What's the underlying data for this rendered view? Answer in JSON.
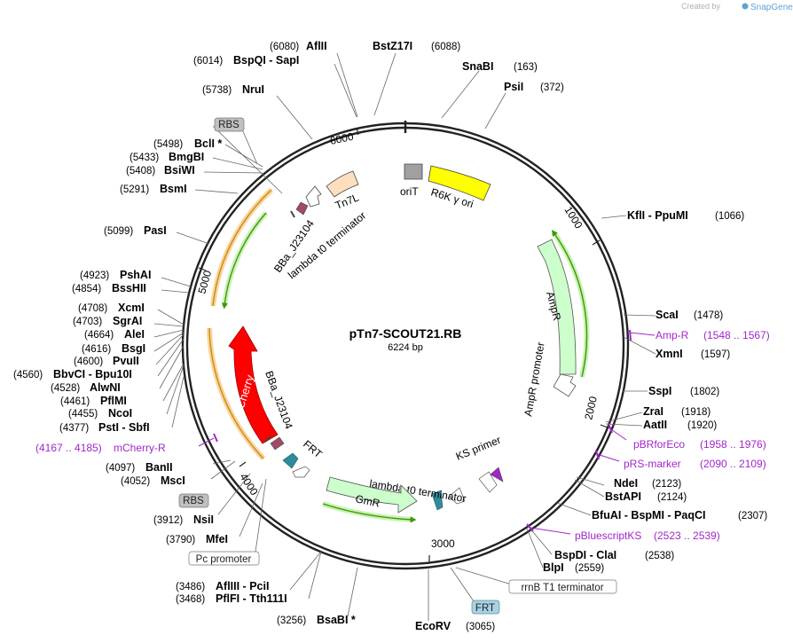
{
  "credit": {
    "prefix": "Created by",
    "brand": "SnapGene"
  },
  "plasmid": {
    "name": "pTn7-SCOUT21.RB",
    "size": "6224 bp"
  },
  "ticks": [
    "1000",
    "2000",
    "3000",
    "4000",
    "5000",
    "6000"
  ],
  "sites": [
    {
      "name": "AflII",
      "pos": "(6080)"
    },
    {
      "name": "BstZ17I",
      "pos": "(6088)"
    },
    {
      "name": "BspQI - SapI",
      "pos": "(6014)"
    },
    {
      "name": "SnaBI",
      "pos": "(163)"
    },
    {
      "name": "PsiI",
      "pos": "(372)"
    },
    {
      "name": "NruI",
      "pos": "(5738)"
    },
    {
      "name": "BclI *",
      "pos": "(5498)"
    },
    {
      "name": "BmgBI",
      "pos": "(5433)"
    },
    {
      "name": "BsiWI",
      "pos": "(5408)"
    },
    {
      "name": "BsmI",
      "pos": "(5291)"
    },
    {
      "name": "KflI - PpuMI",
      "pos": "(1066)"
    },
    {
      "name": "PasI",
      "pos": "(5099)"
    },
    {
      "name": "PshAI",
      "pos": "(4923)"
    },
    {
      "name": "BssHII",
      "pos": "(4854)"
    },
    {
      "name": "XcmI",
      "pos": "(4708)"
    },
    {
      "name": "SgrAI",
      "pos": "(4703)"
    },
    {
      "name": "AleI",
      "pos": "(4664)"
    },
    {
      "name": "BsgI",
      "pos": "(4616)"
    },
    {
      "name": "PvuII",
      "pos": "(4600)"
    },
    {
      "name": "BbvCI - Bpu10I",
      "pos": "(4560)"
    },
    {
      "name": "AlwNI",
      "pos": "(4528)"
    },
    {
      "name": "PflMI",
      "pos": "(4461)"
    },
    {
      "name": "NcoI",
      "pos": "(4455)"
    },
    {
      "name": "PstI - SbfI",
      "pos": "(4377)"
    },
    {
      "name": "ScaI",
      "pos": "(1478)"
    },
    {
      "name": "XmnI",
      "pos": "(1597)"
    },
    {
      "name": "SspI",
      "pos": "(1802)"
    },
    {
      "name": "ZraI",
      "pos": "(1918)"
    },
    {
      "name": "AatII",
      "pos": "(1920)"
    },
    {
      "name": "NdeI",
      "pos": "(2123)"
    },
    {
      "name": "BstAPI",
      "pos": "(2124)"
    },
    {
      "name": "BfuAI - BspMI - PaqCI",
      "pos": "(2307)"
    },
    {
      "name": "BspDI - ClaI",
      "pos": "(2538)"
    },
    {
      "name": "BlpI",
      "pos": "(2559)"
    },
    {
      "name": "BanII",
      "pos": "(4097)"
    },
    {
      "name": "MscI",
      "pos": "(4052)"
    },
    {
      "name": "NsiI",
      "pos": "(3912)"
    },
    {
      "name": "MfeI",
      "pos": "(3790)"
    },
    {
      "name": "AflIII - PciI",
      "pos": "(3486)"
    },
    {
      "name": "PflFI - Tth111I",
      "pos": "(3468)"
    },
    {
      "name": "BsaBI *",
      "pos": "(3256)"
    },
    {
      "name": "EcoRV",
      "pos": ""
    }
  ],
  "primers": [
    {
      "name": "Amp-R",
      "range": "(1548 .. 1567)"
    },
    {
      "name": "pBRforEco",
      "range": "(1958 .. 1976)"
    },
    {
      "name": "pRS-marker",
      "range": "(2090 .. 2109)"
    },
    {
      "name": "pBluescriptKS",
      "range": "(2523 .. 2539)"
    },
    {
      "name": "mCherry-R",
      "range": "(4167 .. 4185)"
    }
  ],
  "boxed_features": [
    {
      "label": "RBS",
      "style": "gray"
    },
    {
      "label": "RBS",
      "style": "gray"
    },
    {
      "label": "Pc promoter",
      "style": "white"
    },
    {
      "label": "rrnB T1 terminator",
      "style": "white"
    },
    {
      "label": "FRT",
      "style": "blue"
    },
    {
      "label": "(3065)",
      "style": "none"
    }
  ],
  "features": {
    "oriT": "oriT",
    "r6k": "R6K γ ori",
    "tn7l": "Tn7L",
    "bba_top": "BBa_J23104",
    "lambda_top": "lambda t0 terminator",
    "ampr": "AmpR",
    "ampr_promoter": "AmpR promoter",
    "ks_primer": "KS primer",
    "lambda_bottom": "lambda t0 terminator",
    "gmr": "GmR",
    "frt": "FRT",
    "bba_bottom": "BBa_J23104",
    "mcherry": "mCherry"
  },
  "colors": {
    "backbone": "#222222",
    "r6k": "#ffff00",
    "tn7l": "#fddfbf",
    "orit": "#a0a0a0",
    "ampr": "#ccffcc",
    "gmr": "#ccffcc",
    "mcherry": "#ff0000",
    "terminator": "#a34a63",
    "frt": "#2f8c9c",
    "primer": "#a126c8",
    "orf_orange": "#f5b246",
    "orf_green": "#3c9900"
  }
}
